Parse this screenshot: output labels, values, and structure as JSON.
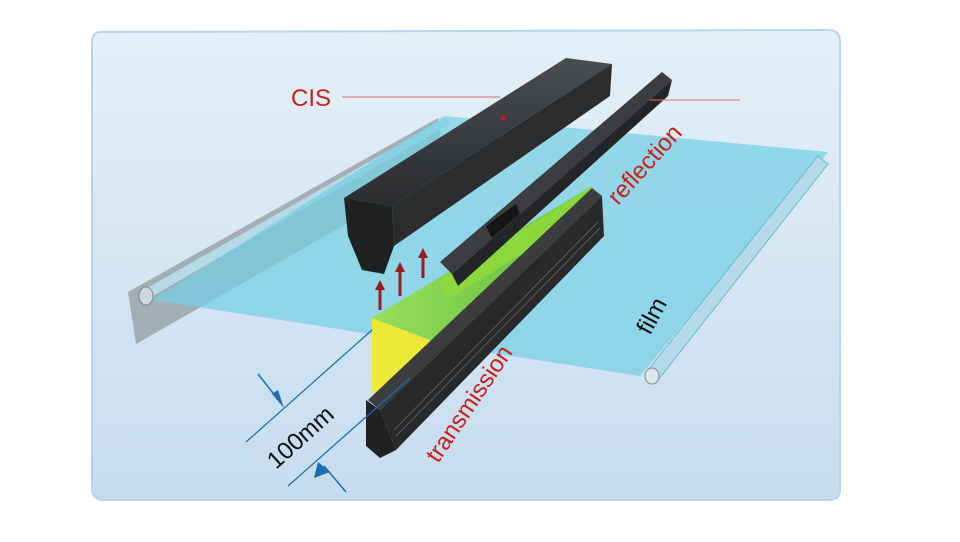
{
  "labels": {
    "cis": "CIS",
    "reflection": "reflection",
    "film": "film",
    "transmission": "transmission",
    "width": "100mm"
  },
  "colors": {
    "panel_top": "#dbeaf5",
    "panel_bottom": "#c9dfef",
    "panel_edge": "#a9cde8",
    "film": "#7fd3e6",
    "label_red": "#cc1f1a",
    "label_black": "#111111",
    "arrow_blue": "#1b6db4",
    "light_green": "#7ed321",
    "light_yellow": "#f2ef2e",
    "device_dark": "#2f3133"
  }
}
